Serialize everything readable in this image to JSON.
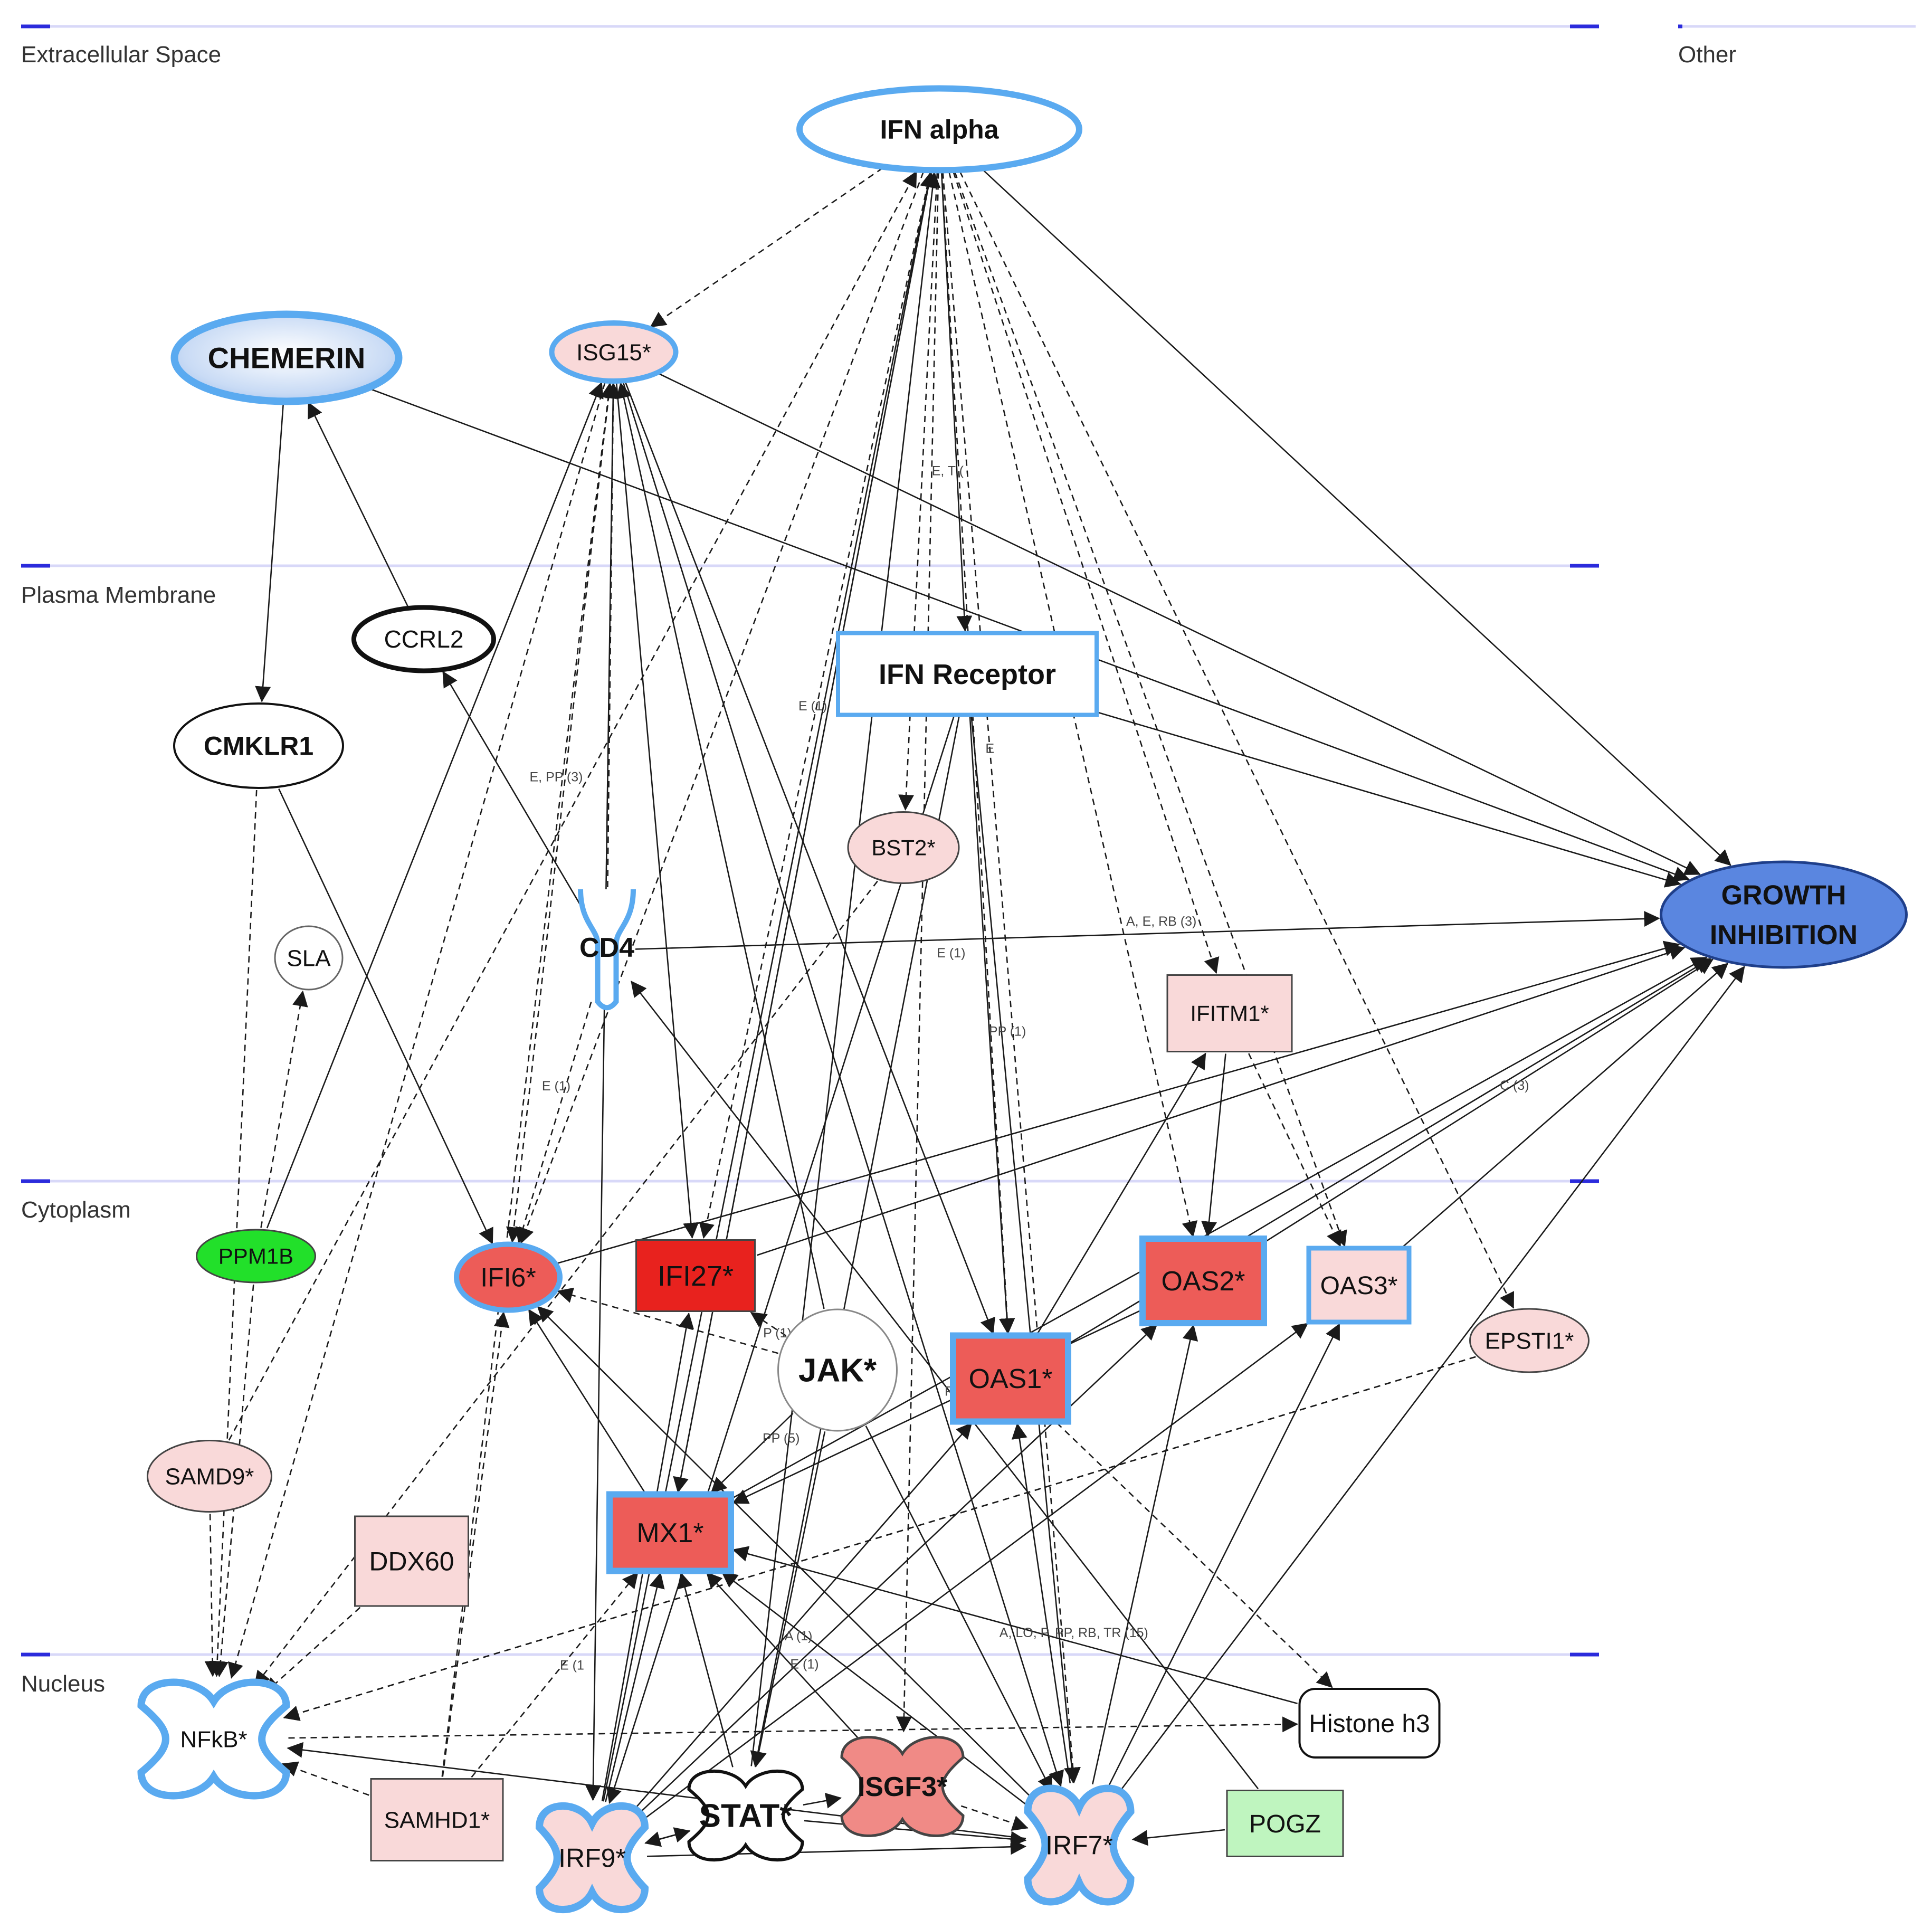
{
  "lanes": [
    {
      "id": "extracellular",
      "label": "Extracellular Space"
    },
    {
      "id": "other",
      "label": "Other"
    },
    {
      "id": "membrane",
      "label": "Plasma Membrane"
    },
    {
      "id": "cytoplasm",
      "label": "Cytoplasm"
    },
    {
      "id": "nucleus",
      "label": "Nucleus"
    }
  ],
  "colors": {
    "up_light": "#f9d9d9",
    "up_mid": "#f08a86",
    "up_strong": "#ed5c58",
    "up_max": "#e8221e",
    "down": "#22e02a",
    "down_light": "#bff5bf",
    "neutral": "#ffffff",
    "highlight_blue": "#5aaaf0",
    "phenotype_blue": "#5a86e0",
    "lane_line": "#d8d8f8",
    "lane_marker": "#2b2bdc",
    "edge": "#1a1a1a"
  },
  "nodes": [
    {
      "id": "ifn_alpha",
      "label": "IFN alpha",
      "shape": "ellipse",
      "fill": "#ffffff",
      "border": "#5aaaf0",
      "bold": true
    },
    {
      "id": "chemerin",
      "label": "CHEMERIN",
      "shape": "ellipse",
      "fill": "gradient",
      "border": "#5aaaf0",
      "bold": true
    },
    {
      "id": "isg15",
      "label": "ISG15*",
      "shape": "ellipse",
      "fill": "#f9d9d9",
      "border": "#5aaaf0"
    },
    {
      "id": "ccrl2",
      "label": "CCRL2",
      "shape": "ellipse",
      "fill": "#ffffff",
      "border": "#111111"
    },
    {
      "id": "cmklr1",
      "label": "CMKLR1",
      "shape": "ellipse",
      "fill": "#ffffff",
      "border": "#111111",
      "bold": true
    },
    {
      "id": "ifn_receptor",
      "label": "IFN Receptor",
      "shape": "rect",
      "fill": "#ffffff",
      "border": "#5aaaf0",
      "bold": true
    },
    {
      "id": "bst2",
      "label": "BST2*",
      "shape": "ellipse",
      "fill": "#f9d9d9",
      "border": "#444444"
    },
    {
      "id": "growth_inhibition",
      "label": "GROWTH INHIBITION",
      "label_lines": [
        "GROWTH",
        "INHIBITION"
      ],
      "shape": "ellipse",
      "fill": "#5a86e0",
      "border": "#1f3f8a",
      "bold": true
    },
    {
      "id": "sla",
      "label": "SLA",
      "shape": "ellipse",
      "fill": "#ffffff",
      "border": "#666666"
    },
    {
      "id": "cd4",
      "label": "CD4",
      "shape": "receptor",
      "fill": "#ffffff",
      "border": "#5aaaf0",
      "bold": true
    },
    {
      "id": "ifitm1",
      "label": "IFITM1*",
      "shape": "rect",
      "fill": "#f9d9d9",
      "border": "#444444"
    },
    {
      "id": "ppm1b",
      "label": "PPM1B",
      "shape": "ellipse",
      "fill": "#22e02a",
      "border": "#444444"
    },
    {
      "id": "ifi6",
      "label": "IFI6*",
      "shape": "ellipse",
      "fill": "#ed5c58",
      "border": "#5aaaf0"
    },
    {
      "id": "ifi27",
      "label": "IFI27*",
      "shape": "rect",
      "fill": "#e8221e",
      "border": "#444444"
    },
    {
      "id": "oas2",
      "label": "OAS2*",
      "shape": "rect",
      "fill": "#ed5c58",
      "border": "#5aaaf0"
    },
    {
      "id": "oas3",
      "label": "OAS3*",
      "shape": "rect",
      "fill": "#f9d9d9",
      "border": "#5aaaf0"
    },
    {
      "id": "epsti1",
      "label": "EPSTI1*",
      "shape": "ellipse",
      "fill": "#f9d9d9",
      "border": "#444444"
    },
    {
      "id": "jak",
      "label": "JAK*",
      "shape": "ellipse",
      "fill": "#ffffff",
      "border": "#888888",
      "bold": true
    },
    {
      "id": "oas1",
      "label": "OAS1*",
      "shape": "rect",
      "fill": "#ed5c58",
      "border": "#5aaaf0"
    },
    {
      "id": "samd9",
      "label": "SAMD9*",
      "shape": "ellipse",
      "fill": "#f9d9d9",
      "border": "#444444"
    },
    {
      "id": "ddx60",
      "label": "DDX60",
      "shape": "rect",
      "fill": "#f9d9d9",
      "border": "#444444"
    },
    {
      "id": "mx1",
      "label": "MX1*",
      "shape": "rect",
      "fill": "#ed5c58",
      "border": "#5aaaf0"
    },
    {
      "id": "nfkb",
      "label": "NFkB*",
      "shape": "hourglass",
      "fill": "#ffffff",
      "border": "#5aaaf0"
    },
    {
      "id": "histone_h3",
      "label": "Histone h3",
      "shape": "rounded",
      "fill": "#ffffff",
      "border": "#111111"
    },
    {
      "id": "samhd1",
      "label": "SAMHD1*",
      "shape": "rect",
      "fill": "#f9d9d9",
      "border": "#444444"
    },
    {
      "id": "irf9",
      "label": "IRF9*",
      "shape": "hourglass",
      "fill": "#f9d9d9",
      "border": "#5aaaf0"
    },
    {
      "id": "stat",
      "label": "STAT*",
      "shape": "hourglass",
      "fill": "#ffffff",
      "border": "#111111",
      "bold": true
    },
    {
      "id": "isgf3",
      "label": "ISGF3*",
      "shape": "hourglass",
      "fill": "#f08a86",
      "border": "#444444",
      "bold": true
    },
    {
      "id": "irf7",
      "label": "IRF7*",
      "shape": "hourglass",
      "fill": "#f9d9d9",
      "border": "#5aaaf0"
    },
    {
      "id": "pogz",
      "label": "POGZ",
      "shape": "rect",
      "fill": "#bff5bf",
      "border": "#444444"
    }
  ],
  "edges": [
    {
      "from": "ifn_alpha",
      "to": "isg15",
      "style": "dashed"
    },
    {
      "from": "ifn_alpha",
      "to": "bst2",
      "style": "dashed"
    },
    {
      "from": "ifn_alpha",
      "to": "ifitm1",
      "style": "dashed"
    },
    {
      "from": "ifn_alpha",
      "to": "oas2",
      "style": "dashed"
    },
    {
      "from": "ifn_alpha",
      "to": "oas3",
      "style": "dashed"
    },
    {
      "from": "ifn_alpha",
      "to": "epsti1",
      "style": "dashed"
    },
    {
      "from": "ifn_alpha",
      "to": "oas1",
      "style": "dashed"
    },
    {
      "from": "ifn_alpha",
      "to": "ifi27",
      "style": "dashed"
    },
    {
      "from": "ifn_alpha",
      "to": "ifi6",
      "style": "dashed"
    },
    {
      "from": "ifn_alpha",
      "to": "mx1",
      "style": "dashed"
    },
    {
      "from": "ifn_alpha",
      "to": "irf7",
      "style": "dashed"
    },
    {
      "from": "ifn_alpha",
      "to": "isgf3",
      "style": "dashed"
    },
    {
      "from": "ifn_alpha",
      "to": "ifn_receptor",
      "style": "solid"
    },
    {
      "from": "ifn_alpha",
      "to": "growth_inhibition",
      "style": "solid"
    },
    {
      "from": "samd9",
      "to": "ifn_alpha",
      "style": "dashed"
    },
    {
      "from": "mx1",
      "to": "ifn_alpha",
      "style": "solid"
    },
    {
      "from": "stat",
      "to": "ifn_alpha",
      "style": "solid"
    },
    {
      "from": "irf9",
      "to": "ifn_alpha",
      "style": "solid"
    },
    {
      "from": "chemerin",
      "to": "cmklr1",
      "style": "solid"
    },
    {
      "from": "ccrl2",
      "to": "chemerin",
      "style": "solid"
    },
    {
      "from": "chemerin",
      "to": "growth_inhibition",
      "style": "solid"
    },
    {
      "from": "cmklr1",
      "to": "ifi6",
      "style": "solid"
    },
    {
      "from": "cmklr1",
      "to": "nfkb",
      "style": "dashed"
    },
    {
      "from": "cd4",
      "to": "ccrl2",
      "style": "solid"
    },
    {
      "from": "cd4",
      "to": "growth_inhibition",
      "style": "solid"
    },
    {
      "from": "cd4",
      "to": "isg15",
      "style": "dashed"
    },
    {
      "from": "cd4",
      "to": "ifi6",
      "style": "dashed"
    },
    {
      "from": "ppm1b",
      "to": "sla",
      "style": "dashed"
    },
    {
      "from": "ppm1b",
      "to": "nfkb",
      "style": "dashed"
    },
    {
      "from": "ppm1b",
      "to": "isg15",
      "style": "solid"
    },
    {
      "from": "isg15",
      "to": "growth_inhibition",
      "style": "solid"
    },
    {
      "from": "isg15",
      "to": "ifi27",
      "style": "solid"
    },
    {
      "from": "isg15",
      "to": "irf9",
      "style": "solid"
    },
    {
      "from": "isg15",
      "to": "irf7",
      "style": "solid"
    },
    {
      "from": "isg15",
      "to": "oas1",
      "style": "solid"
    },
    {
      "from": "isg15",
      "to": "ifi6",
      "style": "dashed"
    },
    {
      "from": "isg15",
      "to": "nfkb",
      "style": "dashed"
    },
    {
      "from": "ifn_receptor",
      "to": "growth_inhibition",
      "style": "solid"
    },
    {
      "from": "ifn_receptor",
      "to": "oas1",
      "style": "solid"
    },
    {
      "from": "ifn_receptor",
      "to": "stat",
      "style": "solid"
    },
    {
      "from": "ifn_receptor",
      "to": "irf9",
      "style": "solid"
    },
    {
      "from": "ifn_receptor",
      "to": "irf7",
      "style": "solid"
    },
    {
      "from": "jak",
      "to": "stat",
      "style": "solid"
    },
    {
      "from": "jak",
      "to": "ifi6",
      "style": "dashed"
    },
    {
      "from": "jak",
      "to": "mx1",
      "style": "solid"
    },
    {
      "from": "jak",
      "to": "isg15",
      "style": "solid"
    },
    {
      "from": "jak",
      "to": "irf7",
      "style": "solid"
    },
    {
      "from": "jak",
      "to": "ifi27",
      "style": "dashed"
    },
    {
      "from": "ifi6",
      "to": "growth_inhibition",
      "style": "solid"
    },
    {
      "from": "ifi27",
      "to": "growth_inhibition",
      "style": "solid"
    },
    {
      "from": "oas1",
      "to": "growth_inhibition",
      "style": "solid"
    },
    {
      "from": "oas1",
      "to": "ifitm1",
      "style": "solid"
    },
    {
      "from": "oas2",
      "to": "growth_inhibition",
      "style": "solid"
    },
    {
      "from": "oas3",
      "to": "growth_inhibition",
      "style": "solid"
    },
    {
      "from": "ifitm1",
      "to": "oas2",
      "style": "solid"
    },
    {
      "from": "ifitm1",
      "to": "oas3",
      "style": "dashed"
    },
    {
      "from": "mx1",
      "to": "growth_inhibition",
      "style": "solid"
    },
    {
      "from": "mx1",
      "to": "ifi6",
      "style": "solid"
    },
    {
      "from": "irf7",
      "to": "growth_inhibition",
      "style": "solid"
    },
    {
      "from": "irf7",
      "to": "oas1",
      "style": "solid"
    },
    {
      "from": "irf7",
      "to": "oas2",
      "style": "solid"
    },
    {
      "from": "irf7",
      "to": "ifi6",
      "style": "solid"
    },
    {
      "from": "irf7",
      "to": "mx1",
      "style": "solid"
    },
    {
      "from": "irf9",
      "to": "oas1",
      "style": "solid"
    },
    {
      "from": "irf9",
      "to": "oas2",
      "style": "solid"
    },
    {
      "from": "irf9",
      "to": "mx1",
      "style": "solid"
    },
    {
      "from": "irf9",
      "to": "ifi27",
      "style": "solid"
    },
    {
      "from": "irf9",
      "to": "oas3",
      "style": "solid"
    },
    {
      "from": "irf9",
      "to": "stat",
      "style": "solid"
    },
    {
      "from": "irf9",
      "to": "irf7",
      "style": "solid"
    },
    {
      "from": "stat",
      "to": "irf9",
      "style": "solid"
    },
    {
      "from": "stat",
      "to": "irf7",
      "style": "solid"
    },
    {
      "from": "stat",
      "to": "isgf3",
      "style": "solid"
    },
    {
      "from": "stat",
      "to": "mx1",
      "style": "solid"
    },
    {
      "from": "isgf3",
      "to": "irf7",
      "style": "dashed"
    },
    {
      "from": "isgf3",
      "to": "mx1",
      "style": "solid"
    },
    {
      "from": "samhd1",
      "to": "nfkb",
      "style": "dashed"
    },
    {
      "from": "samhd1",
      "to": "ifi6",
      "style": "dashed"
    },
    {
      "from": "samhd1",
      "to": "mx1",
      "style": "dashed"
    },
    {
      "from": "samhd1",
      "to": "isg15",
      "style": "dashed"
    },
    {
      "from": "ddx60",
      "to": "nfkb",
      "style": "dashed"
    },
    {
      "from": "samd9",
      "to": "nfkb",
      "style": "dashed"
    },
    {
      "from": "nfkb",
      "to": "histone_h3",
      "style": "dashed"
    },
    {
      "from": "irf7",
      "to": "nfkb",
      "style": "solid"
    },
    {
      "from": "oas1",
      "to": "histone_h3",
      "style": "dashed"
    },
    {
      "from": "histone_h3",
      "to": "mx1",
      "style": "solid"
    },
    {
      "from": "pogz",
      "to": "irf7",
      "style": "solid"
    },
    {
      "from": "pogz",
      "to": "cd4",
      "style": "solid"
    },
    {
      "from": "epsti1",
      "to": "nfkb",
      "style": "dashed"
    },
    {
      "from": "epsti1",
      "to": "nfkb",
      "style": "dashed"
    },
    {
      "from": "bst2",
      "to": "nfkb",
      "style": "dashed"
    },
    {
      "from": "oas2",
      "to": "mx1",
      "style": "solid"
    },
    {
      "from": "irf7",
      "to": "oas3",
      "style": "solid"
    }
  ],
  "edge_labels": [
    {
      "text": "E (1)",
      "edge": "ifn_alpha->ifi27"
    },
    {
      "text": "E, T (",
      "edge": "ifn_alpha->bst2"
    },
    {
      "text": "E",
      "edge": "ifn_alpha->oas1"
    },
    {
      "text": "E, PP (3)",
      "edge": "cd4->ccrl2"
    },
    {
      "text": "A, E, RB (3)",
      "edge": "cd4->growth_inhibition"
    },
    {
      "text": "PP (1)",
      "edge": "ifn_receptor->oas1"
    },
    {
      "text": "C (3)",
      "edge": "oas2->growth_inhibition"
    },
    {
      "text": "P (1)",
      "edge": "jak->ifi27"
    },
    {
      "text": "PP (5)",
      "edge": "jak->mx1"
    },
    {
      "text": "E (1",
      "edge": "samhd1->mx1"
    },
    {
      "text": "A (1)",
      "edge": "irf9->oas1"
    },
    {
      "text": "A, LO, P, PP, RB, TR (15)",
      "edge": "histone_h3->mx1"
    },
    {
      "text": "E (1)",
      "edge": "isgf3->mx1"
    },
    {
      "text": "PD (1)",
      "edge": "pogz->cd4"
    },
    {
      "text": "E (1)",
      "edge": "samhd1->isg15"
    },
    {
      "text": "PD (1)",
      "edge": "irf9->ifi27"
    },
    {
      "text": "E (1)",
      "edge": "ifn_alpha->isgf3"
    }
  ]
}
